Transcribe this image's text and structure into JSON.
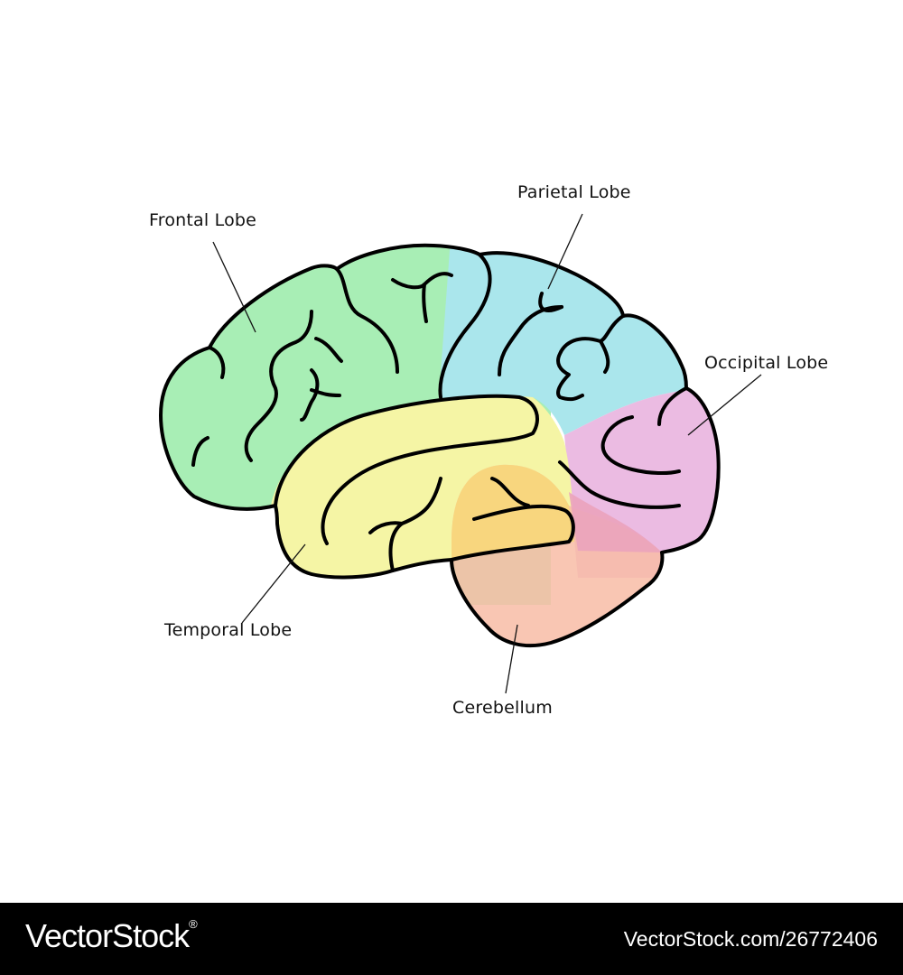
{
  "labels": {
    "frontal": "Frontal Lobe",
    "parietal": "Parietal Lobe",
    "occipital": "Occipital Lobe",
    "temporal": "Temporal Lobe",
    "cerebellum": "Cerebellum"
  },
  "colors": {
    "frontal": "#a8eeb5",
    "parietal": "#aae6ec",
    "occipital": "#ebbbe2",
    "temporal": "#f5f5a5",
    "cerebellum": "#f8bca6",
    "outline": "#000000"
  },
  "footer": {
    "logo": "VectorStock",
    "logo_mark": "®",
    "reference": "VectorStock.com/26772406"
  }
}
